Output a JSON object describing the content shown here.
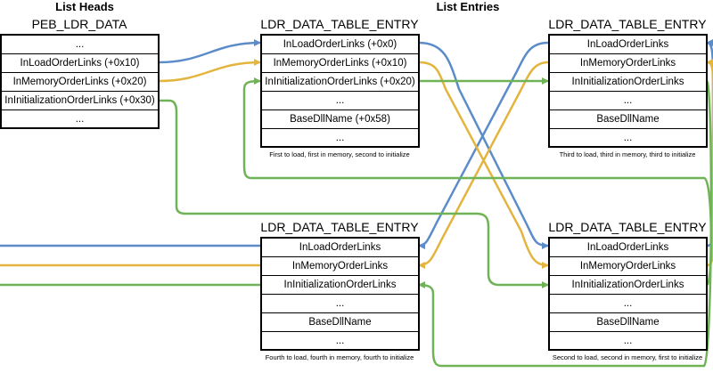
{
  "headings": {
    "list_heads": "List Heads",
    "list_entries": "List Entries"
  },
  "colors": {
    "load": "#5b8cc9",
    "memory": "#e3b53e",
    "init": "#6fb356"
  },
  "peb": {
    "title": "PEB_LDR_DATA",
    "rows": [
      "...",
      "InLoadOrderLinks (+0x10)",
      "InMemoryOrderLinks (+0x20)",
      "InInitializationOrderLinks (+0x30)",
      "..."
    ]
  },
  "entry1": {
    "title": "LDR_DATA_TABLE_ENTRY",
    "rows": [
      "InLoadOrderLinks (+0x0)",
      "InMemoryOrderLinks (+0x10)",
      "InInitializationOrderLinks (+0x20)",
      "...",
      "BaseDllName (+0x58)",
      "..."
    ],
    "caption": "First to load, first in memory, second to initialize"
  },
  "entry3": {
    "title": "LDR_DATA_TABLE_ENTRY",
    "rows": [
      "InLoadOrderLinks",
      "InMemoryOrderLinks",
      "InInitializationOrderLinks",
      "...",
      "BaseDllName",
      "..."
    ],
    "caption": "Third to load, third in memory, third to initialize"
  },
  "entry4": {
    "title": "LDR_DATA_TABLE_ENTRY",
    "rows": [
      "InLoadOrderLinks",
      "InMemoryOrderLinks",
      "InInitializationOrderLinks",
      "...",
      "BaseDllName",
      "..."
    ],
    "caption": "Fourth to load, fourth in memory, fourth to initialize"
  },
  "entry2": {
    "title": "LDR_DATA_TABLE_ENTRY",
    "rows": [
      "InLoadOrderLinks",
      "InMemoryOrderLinks",
      "InInitializationOrderLinks",
      "...",
      "BaseDllName",
      "..."
    ],
    "caption": "Second to load, second in memory, first to initialize"
  }
}
